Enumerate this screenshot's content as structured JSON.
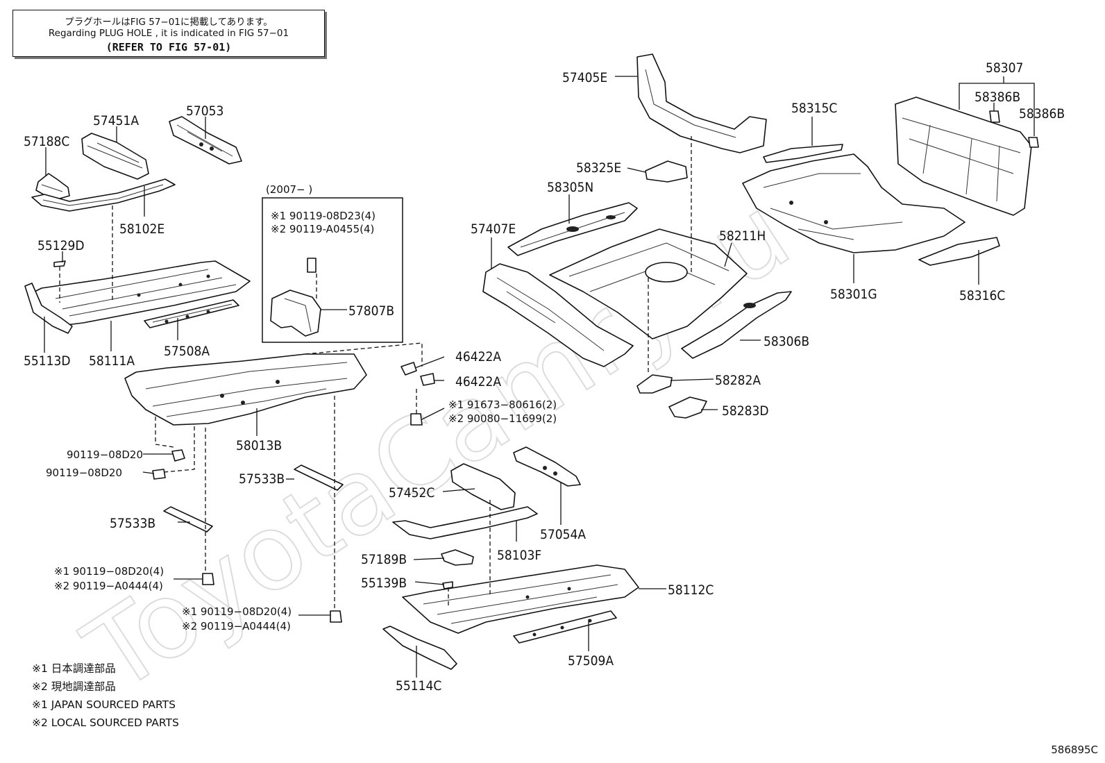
{
  "watermark": "ToyotaCamry.ru",
  "note": {
    "line1": "プラグホールはFIG 57−01に掲載してあります。",
    "line2": "Regarding  PLUG  HOLE , it is indicated in FIG  57−01",
    "line3": "(REFER TO FIG 57-01)"
  },
  "inset": {
    "title": "(2007−      )",
    "ref1": "※1 90119-08D23(4)",
    "ref2": "※2 90119-A0455(4)"
  },
  "labels": {
    "p57188C": "57188C",
    "p57451A": "57451A",
    "p57053": "57053",
    "p58102E": "58102E",
    "p55129D": "55129D",
    "p55113D": "55113D",
    "p58111A": "58111A",
    "p57508A": "57508A",
    "p57807B": "57807B",
    "p58013B": "58013B",
    "p90119a": "90119−08D20",
    "p90119b": "90119−08D20",
    "p57533B_a": "57533B",
    "p57533B_b": "57533B",
    "p46422A_a": "46422A",
    "p46422A_b": "46422A",
    "p91673": "※1 91673−80616(2)",
    "p90080": "※2 90080−11699(2)",
    "pL1": "※1 90119−08D20(4)",
    "pL2": "※2 90119−A0444(4)",
    "pC1": "※1 90119−08D20(4)",
    "pC2": "※2 90119−A0444(4)",
    "p57405E": "57405E",
    "p58325E": "58325E",
    "p58305N": "58305N",
    "p57407E": "57407E",
    "p58211H": "58211H",
    "p58306B": "58306B",
    "p58282A": "58282A",
    "p58283D": "58283D",
    "p58315C": "58315C",
    "p58307": "58307",
    "p58386B_a": "58386B",
    "p58386B_b": "58386B",
    "p58301G": "58301G",
    "p58316C": "58316C",
    "p57452C": "57452C",
    "p57054A": "57054A",
    "p58103F": "58103F",
    "p57189B": "57189B",
    "p55139B": "55139B",
    "p58112C": "58112C",
    "p57509A": "57509A",
    "p55114C": "55114C"
  },
  "footnotes": [
    "※1 日本調達部品",
    "※2 現地調達部品",
    "※1 JAPAN SOURCED PARTS",
    "※2 LOCAL SOURCED PARTS"
  ],
  "figure_number": "586895C"
}
